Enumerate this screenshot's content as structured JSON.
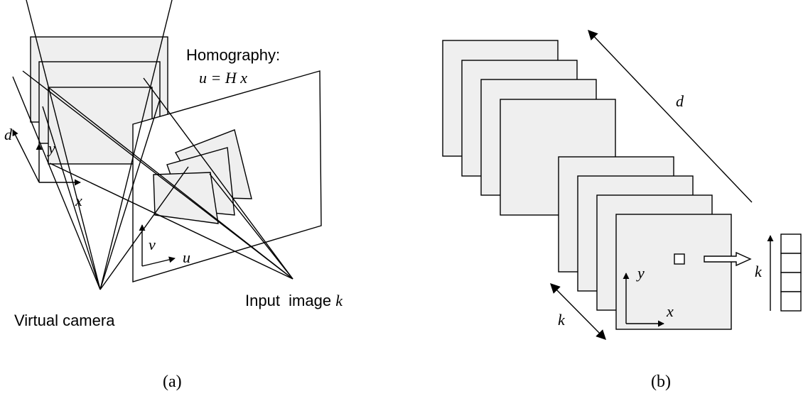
{
  "panel_a": {
    "homography_title": "Homography:",
    "homography_formula": "u = H x",
    "label_d": "d",
    "label_y": "y",
    "label_x": "x",
    "label_v": "v",
    "label_u": "u",
    "virtual_camera": "Virtual camera",
    "input_image_prefix": "Input  image ",
    "input_image_k": "k",
    "caption": "(a)"
  },
  "panel_b": {
    "label_d": "d",
    "label_y": "y",
    "label_x": "x",
    "label_k_side": "k",
    "label_k_stack": "k",
    "caption": "(b)"
  },
  "colors": {
    "plane_fill": "#efefef",
    "stroke": "#000000"
  }
}
